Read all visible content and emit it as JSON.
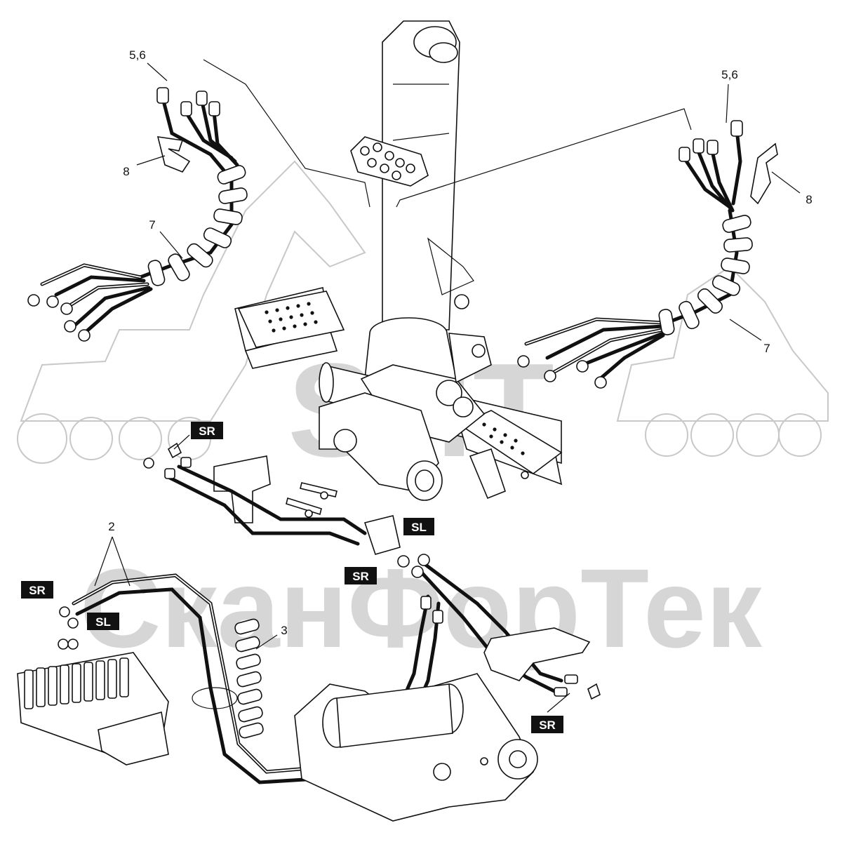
{
  "watermark": {
    "logo_text": "SHT",
    "company_text": "СканФорТек",
    "color": "#b5b5b5"
  },
  "callouts": {
    "c_56_left": "5,6",
    "c_8_left": "8",
    "c_7_left": "7",
    "c_56_right": "5,6",
    "c_8_right": "8",
    "c_7_right": "7",
    "c_2": "2",
    "c_3": "3"
  },
  "tags": {
    "sr_upper": "SR",
    "sl_mid": "SL",
    "sr_mid": "SR",
    "sr_left": "SR",
    "sl_left": "SL",
    "sr_right": "SR"
  },
  "colors": {
    "line": "#111111",
    "tag_bg": "#111111",
    "tag_text": "#ffffff"
  }
}
